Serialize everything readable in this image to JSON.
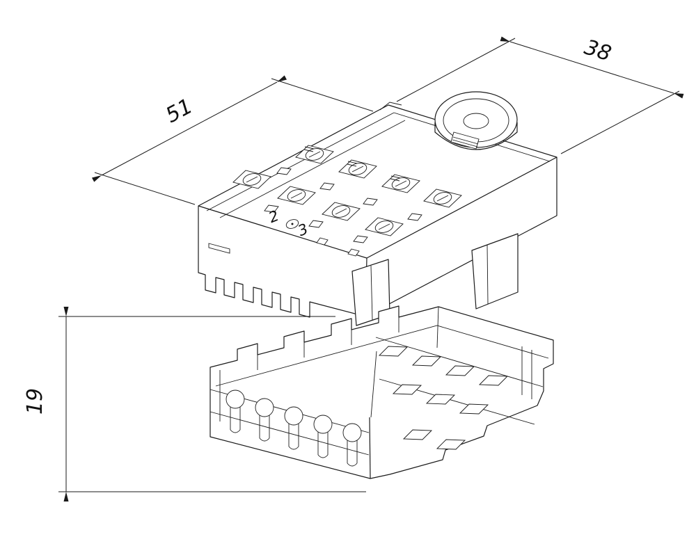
{
  "drawing": {
    "background_color": "#ffffff",
    "line_color": "#1a1a1a",
    "dimensions": {
      "length": "51",
      "depth": "38",
      "height": "19"
    },
    "part_markings": {
      "pole_2": "2",
      "pole_3": "3"
    }
  }
}
